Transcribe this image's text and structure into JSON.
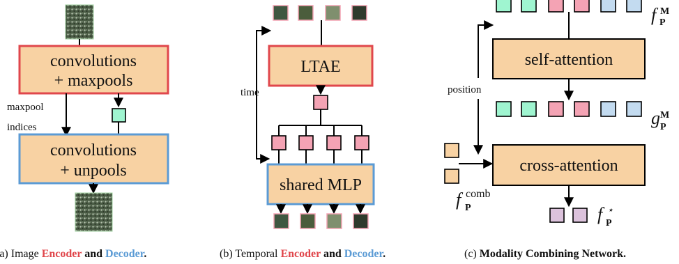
{
  "colors": {
    "box_fill": "#f8d2a3",
    "encoder_border": "#e0474c",
    "decoder_border": "#5b9bd5",
    "pink": "#f4a3b4",
    "pink_border": "#c9302c",
    "teal": "#9ff5d0",
    "blue": "#c3dbf0",
    "purple": "#dcc2dc",
    "peach": "#f8d2a3",
    "imgA": "#3f5741",
    "imgB": "#4b5d3c",
    "imgC": "#7f8f6e",
    "imgD": "#2f3a2c",
    "encoder_text": "#e0474c",
    "decoder_text": "#5b9bd5"
  },
  "panel_a": {
    "encoder_line1": "convolutions",
    "encoder_line2": "+ maxpools",
    "decoder_line1": "convolutions",
    "decoder_line2": "+ unpools",
    "side_label_1": "maxpool",
    "side_label_2": "indices",
    "caption_prefix": "(a) Image ",
    "caption_encoder": "Encoder",
    "caption_and": " and ",
    "caption_decoder": "Decoder",
    "caption_end": "."
  },
  "panel_b": {
    "encoder_label": "LTAE",
    "decoder_label": "shared MLP",
    "side_label": "time",
    "caption_prefix": "(b) Temporal ",
    "caption_encoder": "Encoder",
    "caption_and": " and ",
    "caption_decoder": "Decoder",
    "caption_end": "."
  },
  "panel_c": {
    "self_attention": "self-attention",
    "cross_attention": "cross-attention",
    "side_label": "position",
    "fM_main": "f",
    "fM_sub": "P",
    "fM_sup": "M",
    "gM_main": "g",
    "gM_sub": "P",
    "gM_sup": "M",
    "fcomb_main": "f",
    "fcomb_sub": "P",
    "fcomb_sup": "comb",
    "fstar_main": "f",
    "fstar_sub": "P",
    "fstar_sup": "⋆",
    "caption_prefix": "(c) ",
    "caption_bold": "Modality Combining Network."
  }
}
